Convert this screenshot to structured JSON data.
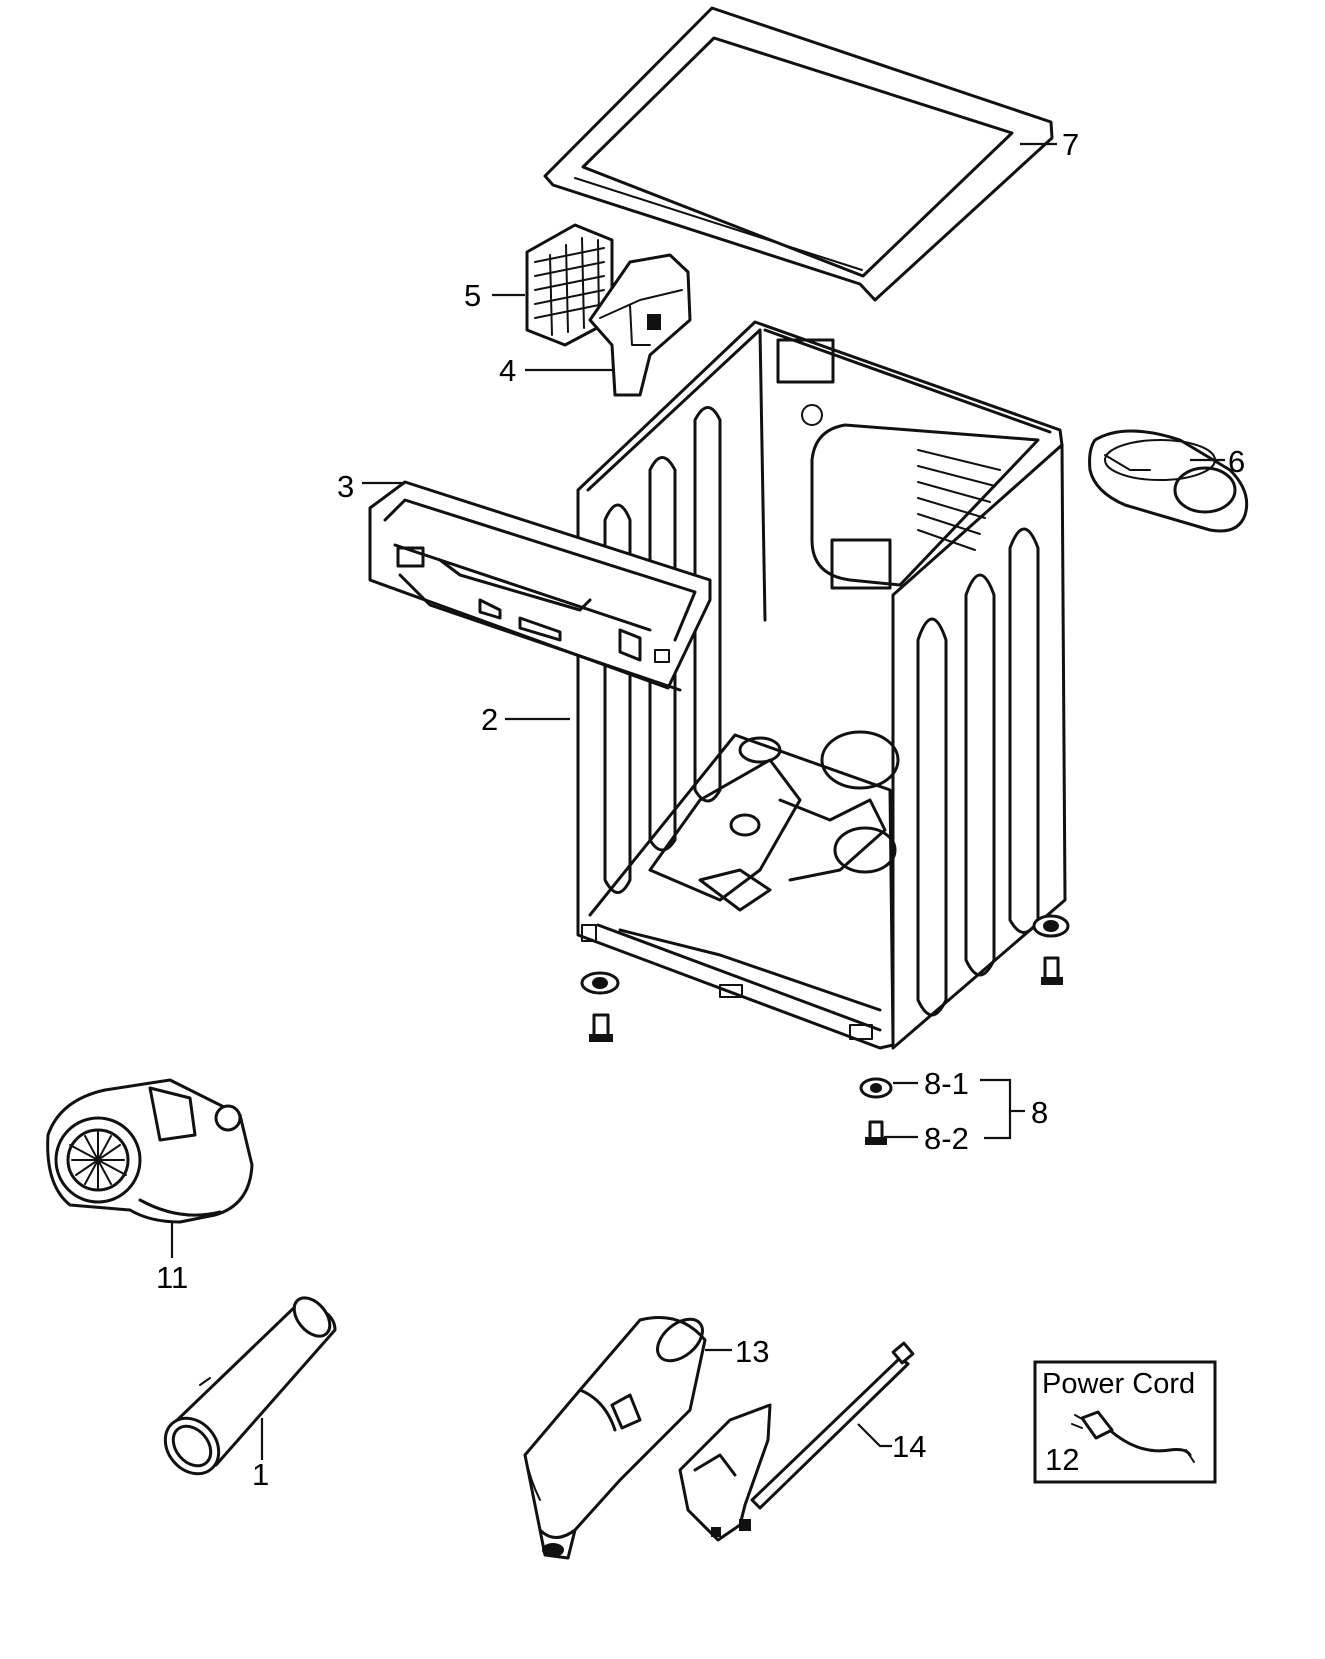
{
  "labels": {
    "l1": "1",
    "l2": "2",
    "l3": "3",
    "l4": "4",
    "l5": "5",
    "l6": "6",
    "l7": "7",
    "l8": "8",
    "l8_1": "8-1",
    "l8_2": "8-2",
    "l11": "11",
    "l13": "13",
    "l14": "14"
  },
  "power_cord_box": {
    "title": "Power Cord",
    "number": "12"
  }
}
